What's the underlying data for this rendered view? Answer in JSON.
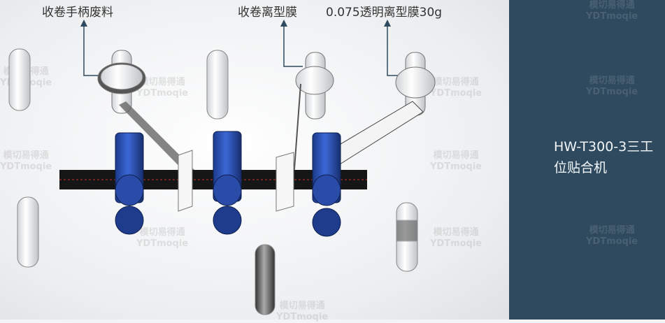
{
  "labels": {
    "waste": "收卷手柄废料",
    "release_film": "收卷离型膜",
    "clear_film": "0.075透明离型膜30g"
  },
  "machine_title": "HW-T300-3三工位贴合机",
  "watermark": {
    "line1": "模切易得通",
    "line2": "YDTmoqie"
  },
  "colors": {
    "panel": "#2f4a5e",
    "roller_blue": "#2b4fb0",
    "arrow": "#2f4a5e"
  }
}
